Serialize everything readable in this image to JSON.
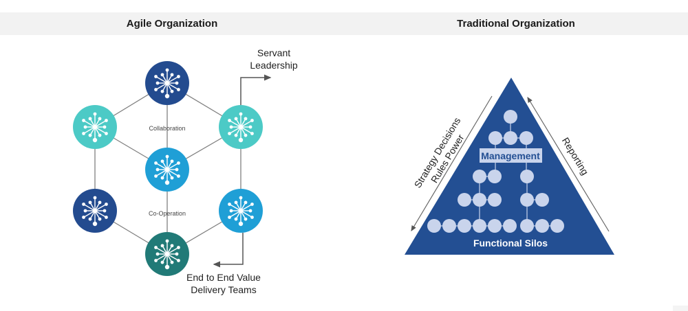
{
  "headers": {
    "left_title": "Agile Organization",
    "right_title": "Traditional Organization"
  },
  "agile": {
    "nodes": [
      {
        "id": "top",
        "color": "#234b8f"
      },
      {
        "id": "top-left",
        "color": "#4ccac6"
      },
      {
        "id": "top-right",
        "color": "#4ccac6"
      },
      {
        "id": "center",
        "color": "#1f9fd6"
      },
      {
        "id": "bottom-left",
        "color": "#234b8f"
      },
      {
        "id": "bottom-right",
        "color": "#1f9fd6"
      },
      {
        "id": "bottom",
        "color": "#217a77"
      }
    ],
    "labels": {
      "collaboration": "Collaboration",
      "cooperation": "Co-Operation",
      "servant_line1": "Servant",
      "servant_line2": "Leadership",
      "delivery_line1": "End to End Value",
      "delivery_line2": "Delivery Teams"
    },
    "line_color": "#808080"
  },
  "traditional": {
    "triangle_color": "#234f93",
    "node_color": "#c9d4ec",
    "labels": {
      "management": "Management",
      "functional_silos": "Functional Silos",
      "strategy_line1": "Strategy Decisions",
      "strategy_line2": "Rules Power",
      "reporting": "Reporting"
    }
  }
}
